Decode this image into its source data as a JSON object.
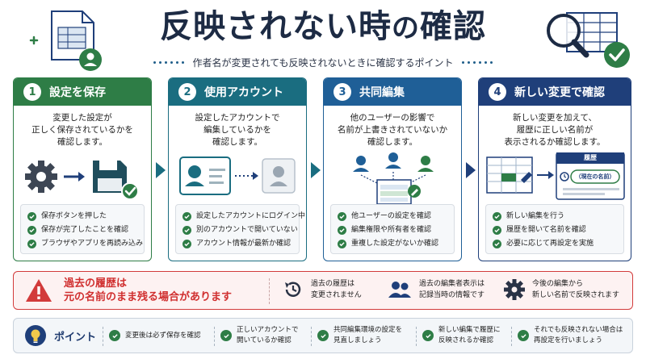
{
  "header": {
    "title_main": "反映されない時",
    "title_no": "の",
    "title_end": "確認",
    "subtitle": "作者名が変更されても反映されないときに確認するポイント"
  },
  "steps": [
    {
      "num": "1",
      "title": "設定を保存",
      "desc_lines": [
        "変更した設定が",
        "正しく保存されているかを",
        "確認します。"
      ],
      "items": [
        "保存ボタンを押した",
        "保存が完了したことを確認",
        "ブラウザやアプリを再読み込み"
      ],
      "color": "#2e7d46"
    },
    {
      "num": "2",
      "title": "使用アカウント",
      "desc_lines": [
        "設定したアカウントで",
        "編集しているかを",
        "確認します。"
      ],
      "items": [
        "設定したアカウントにログイン中",
        "別のアカウントで開いていない",
        "アカウント情報が最新か確認"
      ],
      "color": "#1a6d80"
    },
    {
      "num": "3",
      "title": "共同編集",
      "desc_lines": [
        "他のユーザーの影響で",
        "名前が上書きされていないか",
        "確認します。"
      ],
      "items": [
        "他ユーザーの設定を確認",
        "編集権限や所有者を確認",
        "重複した設定がないか確認"
      ],
      "color": "#1f5f97"
    },
    {
      "num": "4",
      "title": "新しい変更で確認",
      "desc_lines": [
        "新しい変更を加えて、",
        "履歴に正しい名前が",
        "表示されるか確認します。"
      ],
      "items": [
        "新しい編集を行う",
        "履歴を開いて名前を確認",
        "必要に応じて再設定を実施"
      ],
      "color": "#1f3f7a",
      "history_panel": {
        "title": "履歴",
        "current": "（現在の名前）"
      }
    }
  ],
  "warning": {
    "main_lines": [
      "過去の履歴は",
      "元の名前のまま残る場合があります"
    ],
    "items": [
      {
        "lines": [
          "過去の履歴は",
          "変更されません"
        ],
        "icon": "history-icon"
      },
      {
        "lines": [
          "過去の編集者表示は",
          "記録当時の情報です"
        ],
        "icon": "users-icon"
      },
      {
        "lines": [
          "今後の編集から",
          "新しい名前で反映されます"
        ],
        "icon": "gear-icon"
      }
    ],
    "color": "#d23b3b"
  },
  "point": {
    "label": "ポイント",
    "items": [
      {
        "lines": [
          "変更後は必ず保存を確認"
        ]
      },
      {
        "lines": [
          "正しいアカウントで",
          "開いているか確認"
        ]
      },
      {
        "lines": [
          "共同編集環境の設定を",
          "見直しましょう"
        ]
      },
      {
        "lines": [
          "新しい編集で履歴に",
          "反映されるか確認"
        ]
      },
      {
        "lines": [
          "それでも反映されない場合は",
          "再設定を行いましょう"
        ]
      }
    ]
  }
}
